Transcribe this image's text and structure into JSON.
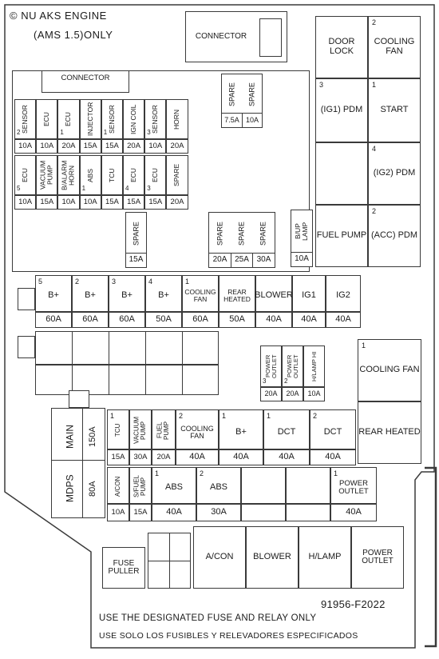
{
  "header": {
    "line1": "NU AKS ENGINE",
    "line2": "(AMS 1.5)ONLY",
    "copyright_symbol": "©"
  },
  "connectors": {
    "top": "CONNECTOR",
    "left": "CONNECTOR"
  },
  "fuse_rows": {
    "row1": [
      {
        "n": "2",
        "label": "SENSOR",
        "amp": "10A"
      },
      {
        "n": "",
        "label": "ECU",
        "amp": "10A"
      },
      {
        "n": "1",
        "label": "ECU",
        "amp": "20A"
      },
      {
        "n": "",
        "label": "INJECTOR",
        "amp": "15A"
      },
      {
        "n": "1",
        "label": "SENSOR",
        "amp": "15A"
      },
      {
        "n": "",
        "label": "IGN COIL",
        "amp": "20A"
      },
      {
        "n": "3",
        "label": "SENSOR",
        "amp": "10A"
      },
      {
        "n": "",
        "label": "HORN",
        "amp": "20A"
      }
    ],
    "row2": [
      {
        "n": "5",
        "label": "ECU",
        "amp": "10A"
      },
      {
        "n": "",
        "label": "VACUUM PUMP",
        "amp": "15A"
      },
      {
        "n": "",
        "label": "B/ALARM HORN",
        "amp": "10A"
      },
      {
        "n": "1",
        "label": "ABS",
        "amp": "10A"
      },
      {
        "n": "",
        "label": "TCU",
        "amp": "15A"
      },
      {
        "n": "4",
        "label": "ECU",
        "amp": "15A"
      },
      {
        "n": "3",
        "label": "ECU",
        "amp": "15A"
      },
      {
        "n": "",
        "label": "SPARE",
        "amp": "20A"
      }
    ],
    "spare_top": [
      {
        "label": "SPARE",
        "amp": "7.5A"
      },
      {
        "label": "SPARE",
        "amp": "10A"
      }
    ],
    "spare_single": {
      "label": "SPARE",
      "amp": "15A"
    },
    "spare_triple": [
      {
        "label": "SPARE",
        "amp": "20A"
      },
      {
        "label": "SPARE",
        "amp": "25A"
      },
      {
        "label": "SPARE",
        "amp": "30A"
      }
    ],
    "backup_lamp": {
      "label": "B/UP LAMP",
      "amp": "10A"
    }
  },
  "relays_right": {
    "door_lock": "DOOR LOCK",
    "cooling_fan_2": {
      "n": "2",
      "label": "COOLING FAN"
    },
    "ig1_pdm": {
      "n": "3",
      "label": "(IG1) PDM"
    },
    "start": {
      "n": "1",
      "label": "START"
    },
    "ig2_pdm": {
      "n": "4",
      "label": "(IG2) PDM"
    },
    "fuel_pump": "FUEL PUMP",
    "acc_pdm": {
      "n": "2",
      "label": "(ACC) PDM"
    }
  },
  "multi_fuse_row": [
    {
      "n": "5",
      "label": "B+",
      "amp": "60A"
    },
    {
      "n": "2",
      "label": "B+",
      "amp": "60A"
    },
    {
      "n": "3",
      "label": "B+",
      "amp": "60A"
    },
    {
      "n": "4",
      "label": "B+",
      "amp": "50A"
    },
    {
      "n": "1",
      "label": "COOLING FAN",
      "amp": "60A"
    },
    {
      "n": "",
      "label": "REAR HEATED",
      "amp": "50A"
    },
    {
      "n": "",
      "label": "BLOWER",
      "amp": "40A"
    },
    {
      "n": "",
      "label": "IG1",
      "amp": "40A"
    },
    {
      "n": "",
      "label": "IG2",
      "amp": "40A"
    }
  ],
  "small_fuses_mid": [
    {
      "n": "3",
      "label": "POWER OUTLET",
      "amp": "20A"
    },
    {
      "n": "2",
      "label": "POWER OUTLET",
      "amp": "20A"
    },
    {
      "n": "",
      "label": "H/LAMP HI",
      "amp": "10A"
    }
  ],
  "cooling_fan_1": {
    "n": "1",
    "label": "COOLING FAN"
  },
  "rear_heated_relay": "REAR HEATED",
  "main_block": {
    "main": "MAIN",
    "main_amp": "150A",
    "mdps": "MDPS",
    "mdps_amp": "80A"
  },
  "row_lower1": [
    {
      "n": "1",
      "label": "TCU",
      "amp": "15A"
    },
    {
      "n": "",
      "label": "VACUUM PUMP",
      "amp": "30A"
    },
    {
      "n": "",
      "label": "FUEL PUMP",
      "amp": "20A"
    },
    {
      "n": "2",
      "label": "COOLING FAN",
      "amp": "40A"
    },
    {
      "n": "1",
      "label": "B+",
      "amp": "40A"
    },
    {
      "n": "1",
      "label": "DCT",
      "amp": "40A"
    },
    {
      "n": "2",
      "label": "DCT",
      "amp": "40A"
    }
  ],
  "row_lower2": [
    {
      "n": "",
      "label": "A/CON",
      "amp": "10A"
    },
    {
      "n": "",
      "label": "S/FUEL PUMP",
      "amp": "15A"
    },
    {
      "n": "1",
      "label": "ABS",
      "amp": "40A"
    },
    {
      "n": "2",
      "label": "ABS",
      "amp": "30A"
    },
    {
      "n": "1",
      "label": "POWER OUTLET",
      "amp": "40A"
    }
  ],
  "bottom_relays": [
    "A/CON",
    "BLOWER",
    "H/LAMP",
    "POWER OUTLET"
  ],
  "fuse_puller": "FUSE PULLER",
  "footer": {
    "code": "91956-F2022",
    "line_en": "USE THE DESIGNATED FUSE AND RELAY ONLY",
    "line_es": "USE SOLO LOS FUSIBLES Y RELEVADORES ESPECIFICADOS"
  }
}
